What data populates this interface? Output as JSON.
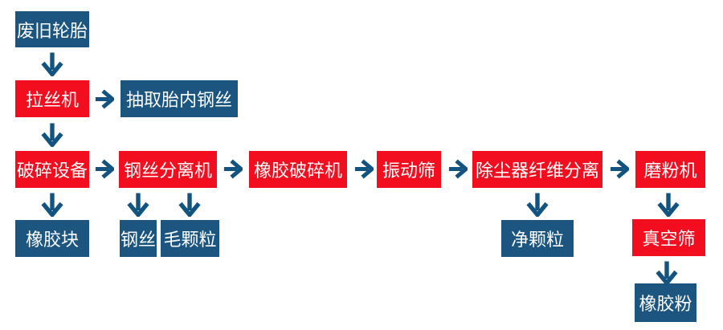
{
  "diagram": {
    "description_labels": {
      "process_flow": "tire recycling flowchart"
    }
  },
  "colors": {
    "machine_fill": "#f20d1f",
    "material_fill": "#1b5580",
    "arrow": "#12537f",
    "label_text": "#ffffff",
    "background": "#ffffff"
  },
  "nodes": [
    {
      "id": "waste-tires",
      "label": "废旧轮胎",
      "kind": "material"
    },
    {
      "id": "wire-drawing-machine",
      "label": "拉丝机",
      "kind": "machine"
    },
    {
      "id": "extract-inner-tire-steel-wire",
      "label": "抽取胎内钢丝",
      "kind": "material"
    },
    {
      "id": "crushing-equipment",
      "label": "破碎设备",
      "kind": "machine"
    },
    {
      "id": "steel-wire-separator",
      "label": "钢丝分离机",
      "kind": "machine"
    },
    {
      "id": "rubber-crusher",
      "label": "橡胶破碎机",
      "kind": "machine"
    },
    {
      "id": "vibrating-screen",
      "label": "振动筛",
      "kind": "machine"
    },
    {
      "id": "dust-collector-fiber-separation",
      "label": "除尘器纤维分离",
      "kind": "machine"
    },
    {
      "id": "grinding-machine",
      "label": "磨粉机",
      "kind": "machine"
    },
    {
      "id": "rubber-blocks",
      "label": "橡胶块",
      "kind": "material"
    },
    {
      "id": "steel-wire",
      "label": "钢丝",
      "kind": "material"
    },
    {
      "id": "rough-granules",
      "label": "毛颗粒",
      "kind": "material"
    },
    {
      "id": "clean-granules",
      "label": "净颗粒",
      "kind": "material"
    },
    {
      "id": "vacuum-screen",
      "label": "真空筛",
      "kind": "machine"
    },
    {
      "id": "rubber-powder",
      "label": "橡胶粉",
      "kind": "material"
    }
  ],
  "edges": [
    {
      "from": "waste-tires",
      "to": "wire-drawing-machine",
      "direction": "down"
    },
    {
      "from": "wire-drawing-machine",
      "to": "extract-inner-tire-steel-wire",
      "direction": "right"
    },
    {
      "from": "wire-drawing-machine",
      "to": "crushing-equipment",
      "direction": "down"
    },
    {
      "from": "crushing-equipment",
      "to": "steel-wire-separator",
      "direction": "right"
    },
    {
      "from": "crushing-equipment",
      "to": "rubber-blocks",
      "direction": "down"
    },
    {
      "from": "steel-wire-separator",
      "to": "steel-wire",
      "direction": "down"
    },
    {
      "from": "steel-wire-separator",
      "to": "rough-granules",
      "direction": "down"
    },
    {
      "from": "steel-wire-separator",
      "to": "rubber-crusher",
      "direction": "right"
    },
    {
      "from": "rubber-crusher",
      "to": "vibrating-screen",
      "direction": "right"
    },
    {
      "from": "vibrating-screen",
      "to": "dust-collector-fiber-separation",
      "direction": "right"
    },
    {
      "from": "dust-collector-fiber-separation",
      "to": "clean-granules",
      "direction": "down"
    },
    {
      "from": "dust-collector-fiber-separation",
      "to": "grinding-machine",
      "direction": "right"
    },
    {
      "from": "grinding-machine",
      "to": "vacuum-screen",
      "direction": "down"
    },
    {
      "from": "vacuum-screen",
      "to": "rubber-powder",
      "direction": "down"
    }
  ]
}
